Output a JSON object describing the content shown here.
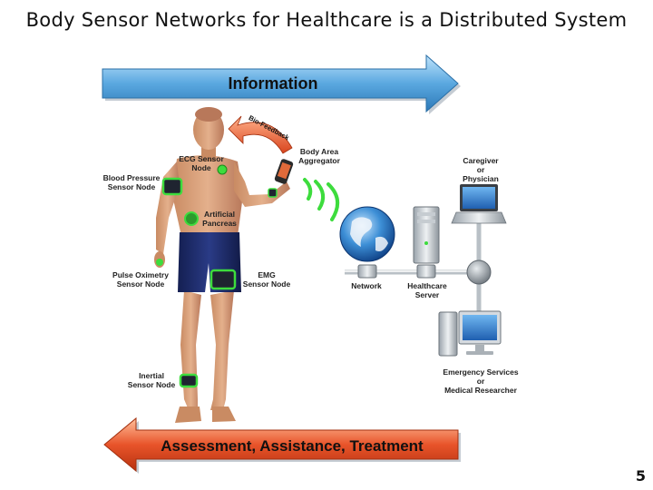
{
  "title": "Body Sensor Networks for Healthcare is a Distributed System",
  "page_number": "5",
  "arrows": {
    "top": "Information",
    "bottom": "Assessment, Assistance, Treatment"
  },
  "biofeedback_label": "Bio-Feedback",
  "body_labels": {
    "blood_pressure": [
      "Blood Pressure",
      "Sensor Node"
    ],
    "ecg": [
      "ECG Sensor",
      "Node"
    ],
    "pancreas": [
      "Artificial",
      "Pancreas"
    ],
    "pulse_ox": [
      "Pulse Oximetry",
      "Sensor Node"
    ],
    "emg": [
      "EMG",
      "Sensor Node"
    ],
    "inertial": [
      "Inertial",
      "Sensor Node"
    ],
    "aggregator": [
      "Body Area",
      "Aggregator"
    ]
  },
  "network_labels": {
    "network": "Network",
    "server": [
      "Healthcare",
      "Server"
    ],
    "caregiver": [
      "Caregiver",
      "or",
      "Physician"
    ],
    "emergency": [
      "Emergency Services",
      "or",
      "Medical Researcher"
    ]
  },
  "colors": {
    "top_arrow": "#5aa8e0",
    "bottom_arrow": "#e8542a",
    "sensor_glow": "#3ddc3d",
    "skin": "#d9a27e",
    "shorts": "#1c2a6b"
  }
}
